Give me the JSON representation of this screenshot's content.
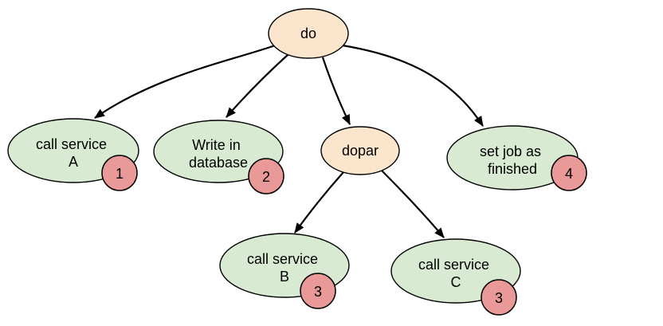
{
  "diagram": {
    "type": "workflow-tree",
    "colors": {
      "background": "#ffffff",
      "control_node_fill": "#fce5cd",
      "task_node_fill": "#d9ead3",
      "badge_fill": "#ea9999",
      "node_stroke": "#000000",
      "edge_stroke": "#000000",
      "text_color": "#000000"
    },
    "nodes": [
      {
        "id": "do",
        "type": "control",
        "lines": [
          "do"
        ]
      },
      {
        "id": "call-service-a",
        "type": "task",
        "lines": [
          "call service",
          "A"
        ],
        "badge": "1"
      },
      {
        "id": "write-in-database",
        "type": "task",
        "lines": [
          "Write in",
          "database"
        ],
        "badge": "2"
      },
      {
        "id": "dopar",
        "type": "control",
        "lines": [
          "dopar"
        ]
      },
      {
        "id": "set-job-as-finished",
        "type": "task",
        "lines": [
          "set job as",
          "finished"
        ],
        "badge": "4"
      },
      {
        "id": "call-service-b",
        "type": "task",
        "lines": [
          "call service",
          "B"
        ],
        "badge": "3"
      },
      {
        "id": "call-service-c",
        "type": "task",
        "lines": [
          "call service",
          "C"
        ],
        "badge": "3"
      }
    ],
    "edges": [
      {
        "from": "do",
        "to": "call-service-a"
      },
      {
        "from": "do",
        "to": "write-in-database"
      },
      {
        "from": "do",
        "to": "dopar"
      },
      {
        "from": "do",
        "to": "set-job-as-finished"
      },
      {
        "from": "dopar",
        "to": "call-service-b"
      },
      {
        "from": "dopar",
        "to": "call-service-c"
      }
    ]
  }
}
